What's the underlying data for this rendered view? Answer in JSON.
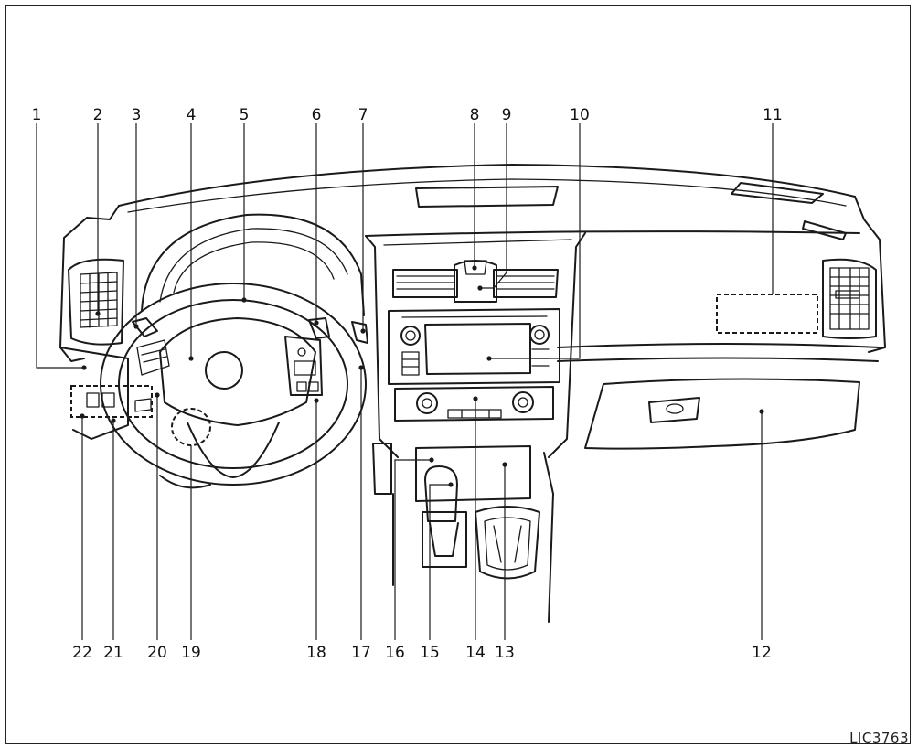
{
  "figure_code": "LIC3763",
  "callouts": [
    {
      "label": "1"
    },
    {
      "label": "2"
    },
    {
      "label": "3"
    },
    {
      "label": "4"
    },
    {
      "label": "5"
    },
    {
      "label": "6"
    },
    {
      "label": "7"
    },
    {
      "label": "8"
    },
    {
      "label": "9"
    },
    {
      "label": "10"
    },
    {
      "label": "11"
    },
    {
      "label": "12"
    },
    {
      "label": "13"
    },
    {
      "label": "14"
    },
    {
      "label": "15"
    },
    {
      "label": "16"
    },
    {
      "label": "17"
    },
    {
      "label": "18"
    },
    {
      "label": "19"
    },
    {
      "label": "20"
    },
    {
      "label": "21"
    },
    {
      "label": "22"
    }
  ]
}
